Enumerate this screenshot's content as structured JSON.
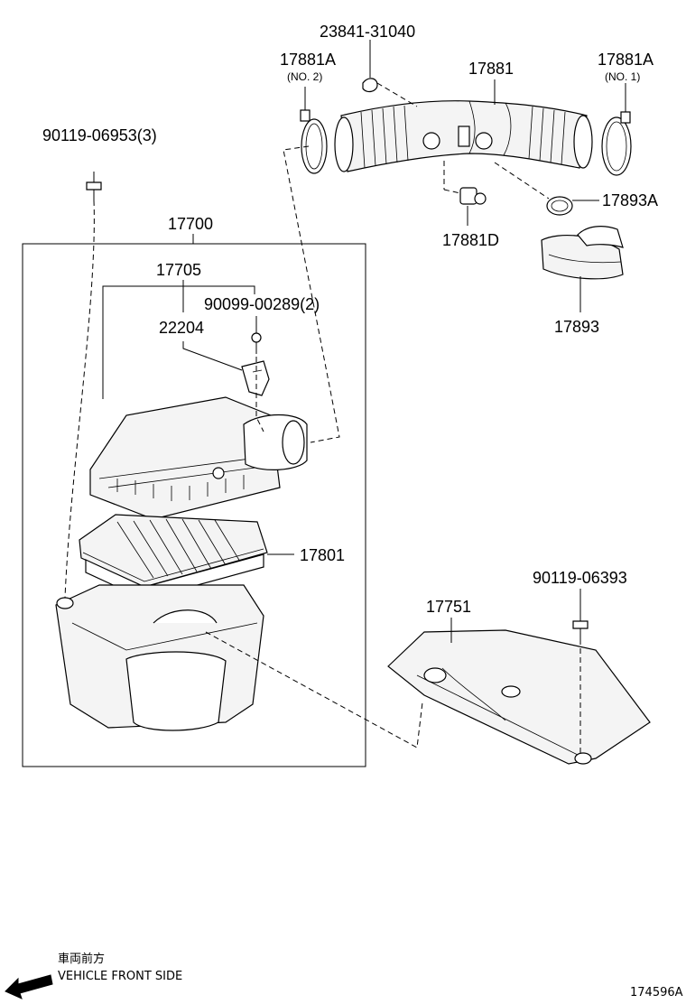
{
  "labels": {
    "p23841": "23841-31040",
    "p17881A_no2": "17881A",
    "p17881A_no2_note": "(NO. 2)",
    "p17881": "17881",
    "p17881A_no1": "17881A",
    "p17881A_no1_note": "(NO. 1)",
    "p90119_06953": "90119-06953(3)",
    "p17893A": "17893A",
    "p17881D": "17881D",
    "p17700": "17700",
    "p17705": "17705",
    "p90099": "90099-00289(2)",
    "p22204": "22204",
    "p17893": "17893",
    "p17801": "17801",
    "p90119_06393": "90119-06393",
    "p17751": "17751"
  },
  "footer": {
    "jp": "車両前方",
    "en": "VEHICLE FRONT SIDE",
    "ref": "174596A"
  }
}
